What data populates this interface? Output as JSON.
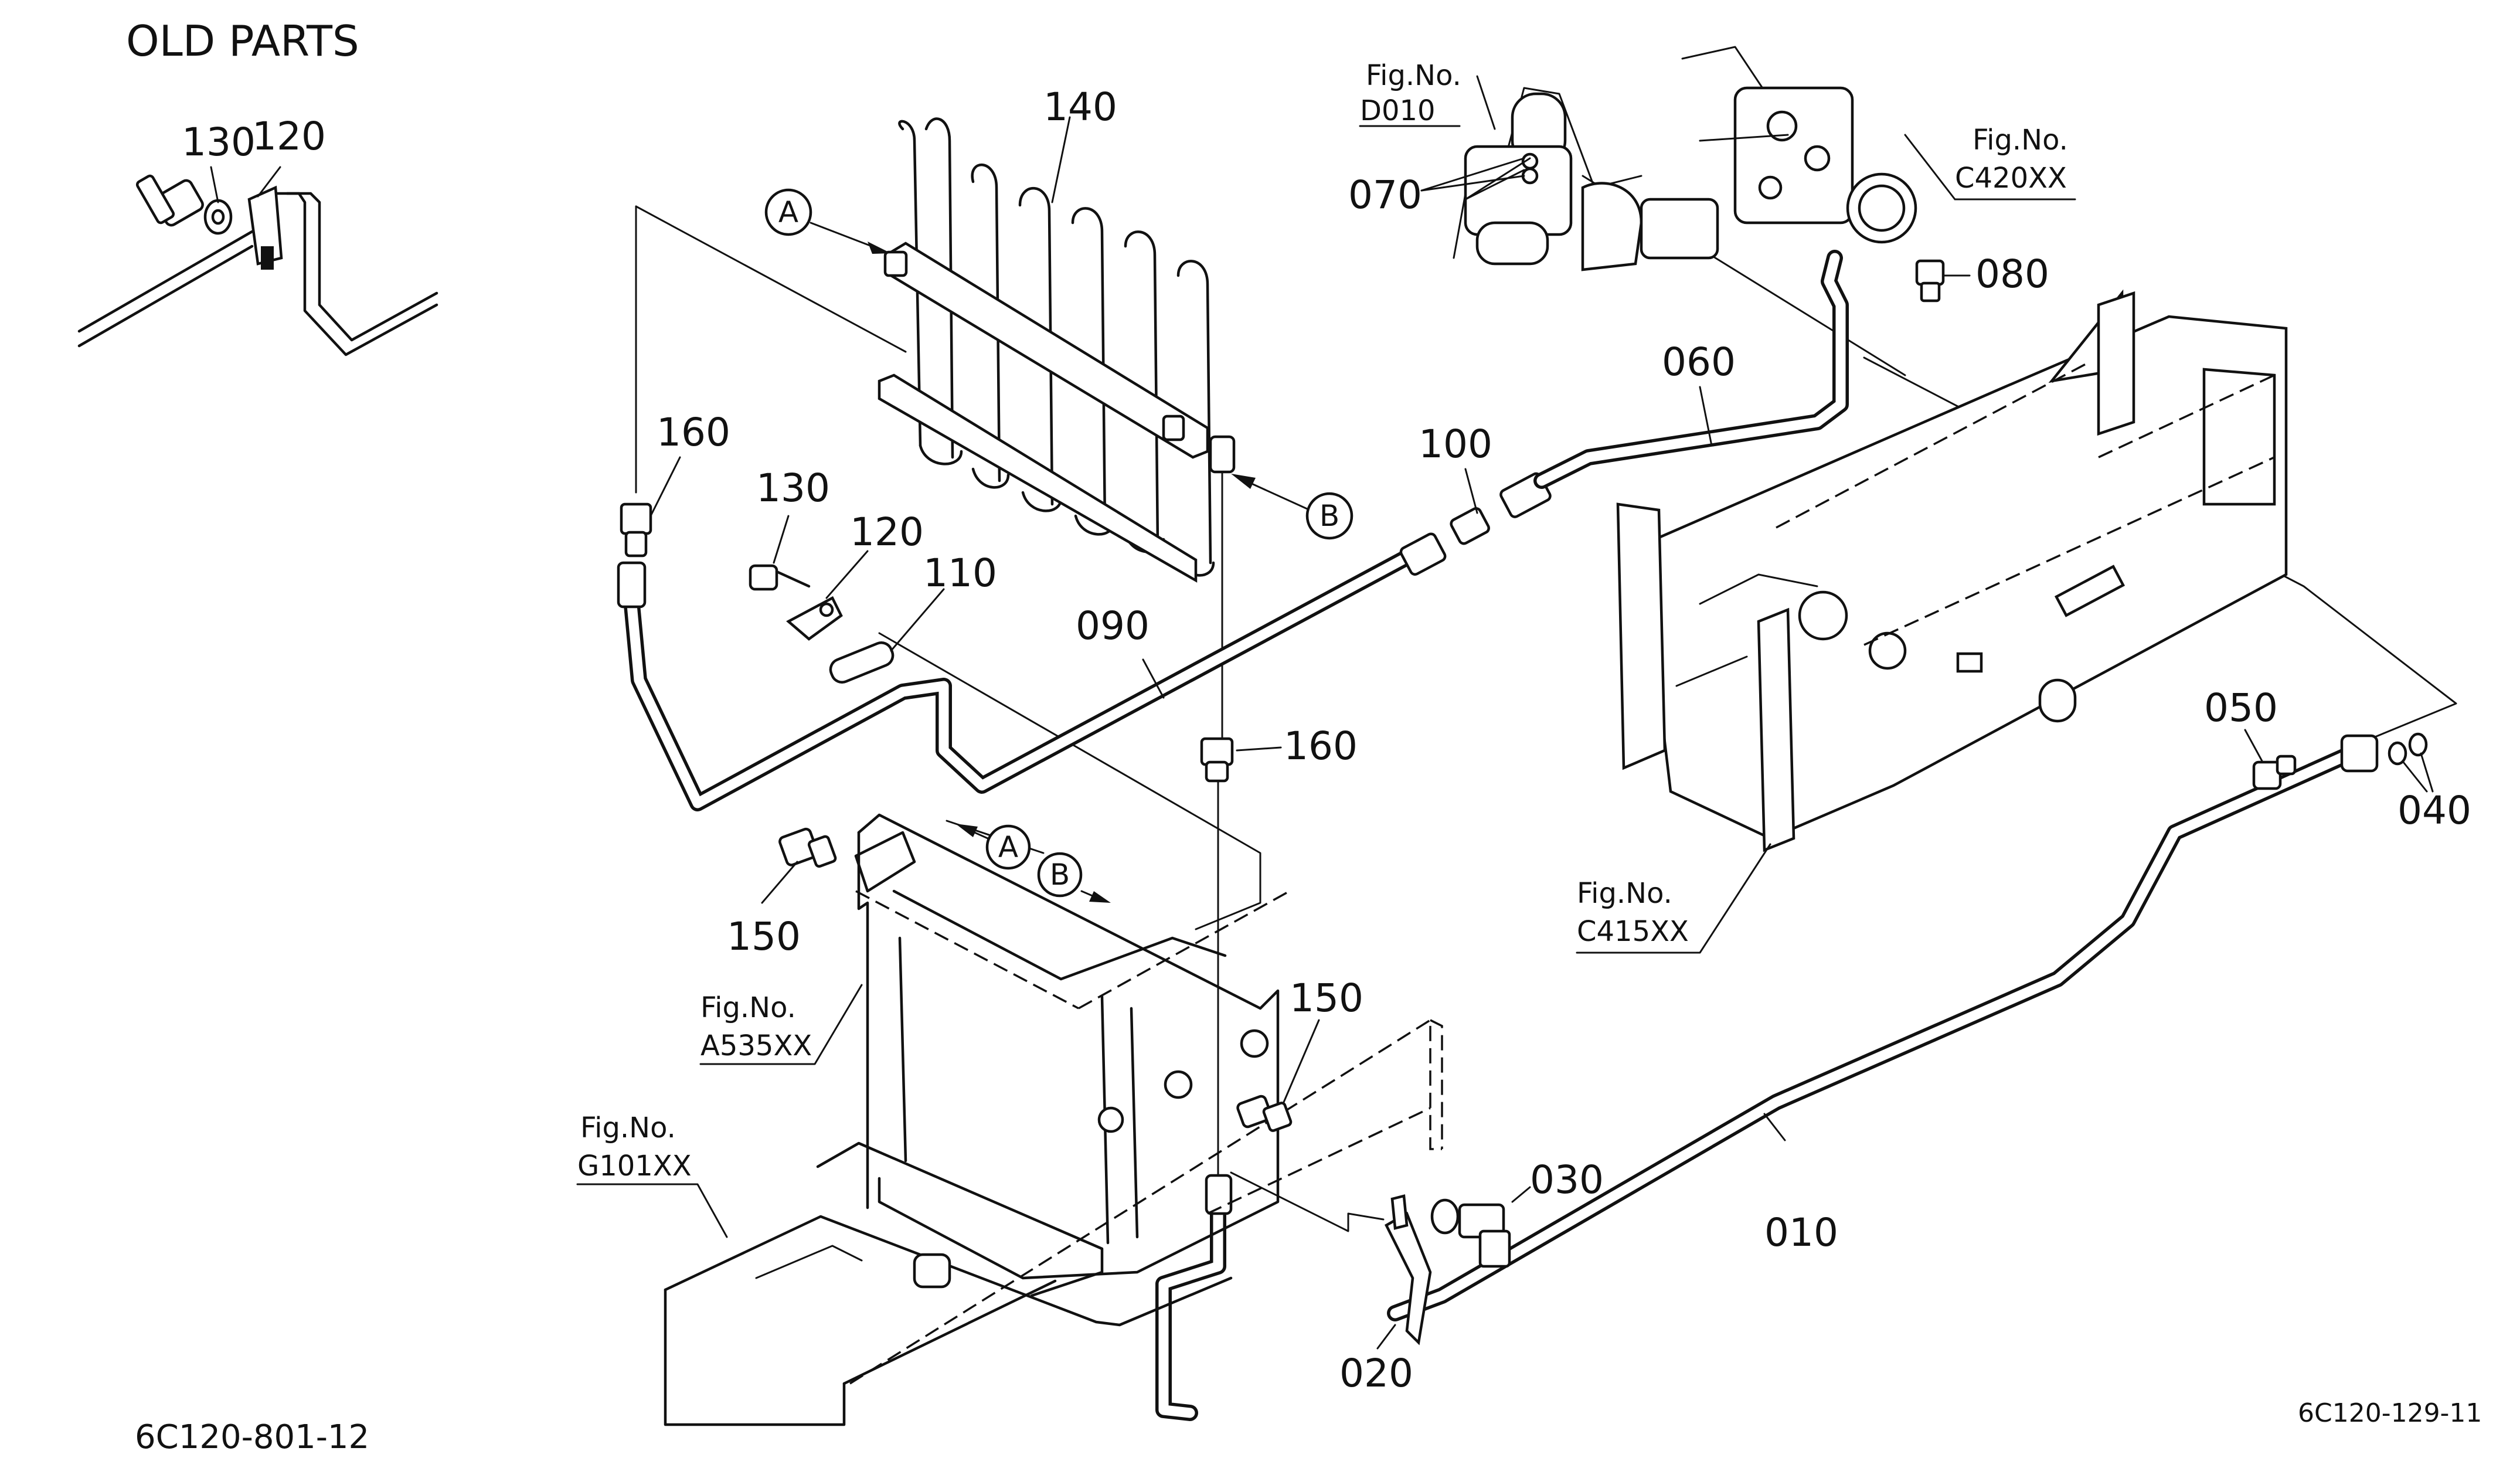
{
  "title": "OLD PARTS",
  "drawing_code": "6C120-801-12",
  "figure_code": "6C120-129-11",
  "callouts": {
    "p010": "010",
    "p020": "020",
    "p030": "030",
    "p040": "040",
    "p050": "050",
    "p060": "060",
    "p070": "070",
    "p080": "080",
    "p090": "090",
    "p100": "100",
    "p110": "110",
    "p120": "120",
    "p130": "130",
    "p140": "140",
    "p150a": "150",
    "p150b": "150",
    "p160a": "160",
    "p160b": "160",
    "old120": "120",
    "old130": "130"
  },
  "figure_refs": {
    "fig_label": "Fig.No.",
    "d010": "D010",
    "c420": "C420XX",
    "c415": "C415XX",
    "a535": "A535XX",
    "g101": "G101XX"
  },
  "markers": {
    "a1": "A",
    "b1": "B",
    "a2": "A",
    "b2": "B"
  }
}
